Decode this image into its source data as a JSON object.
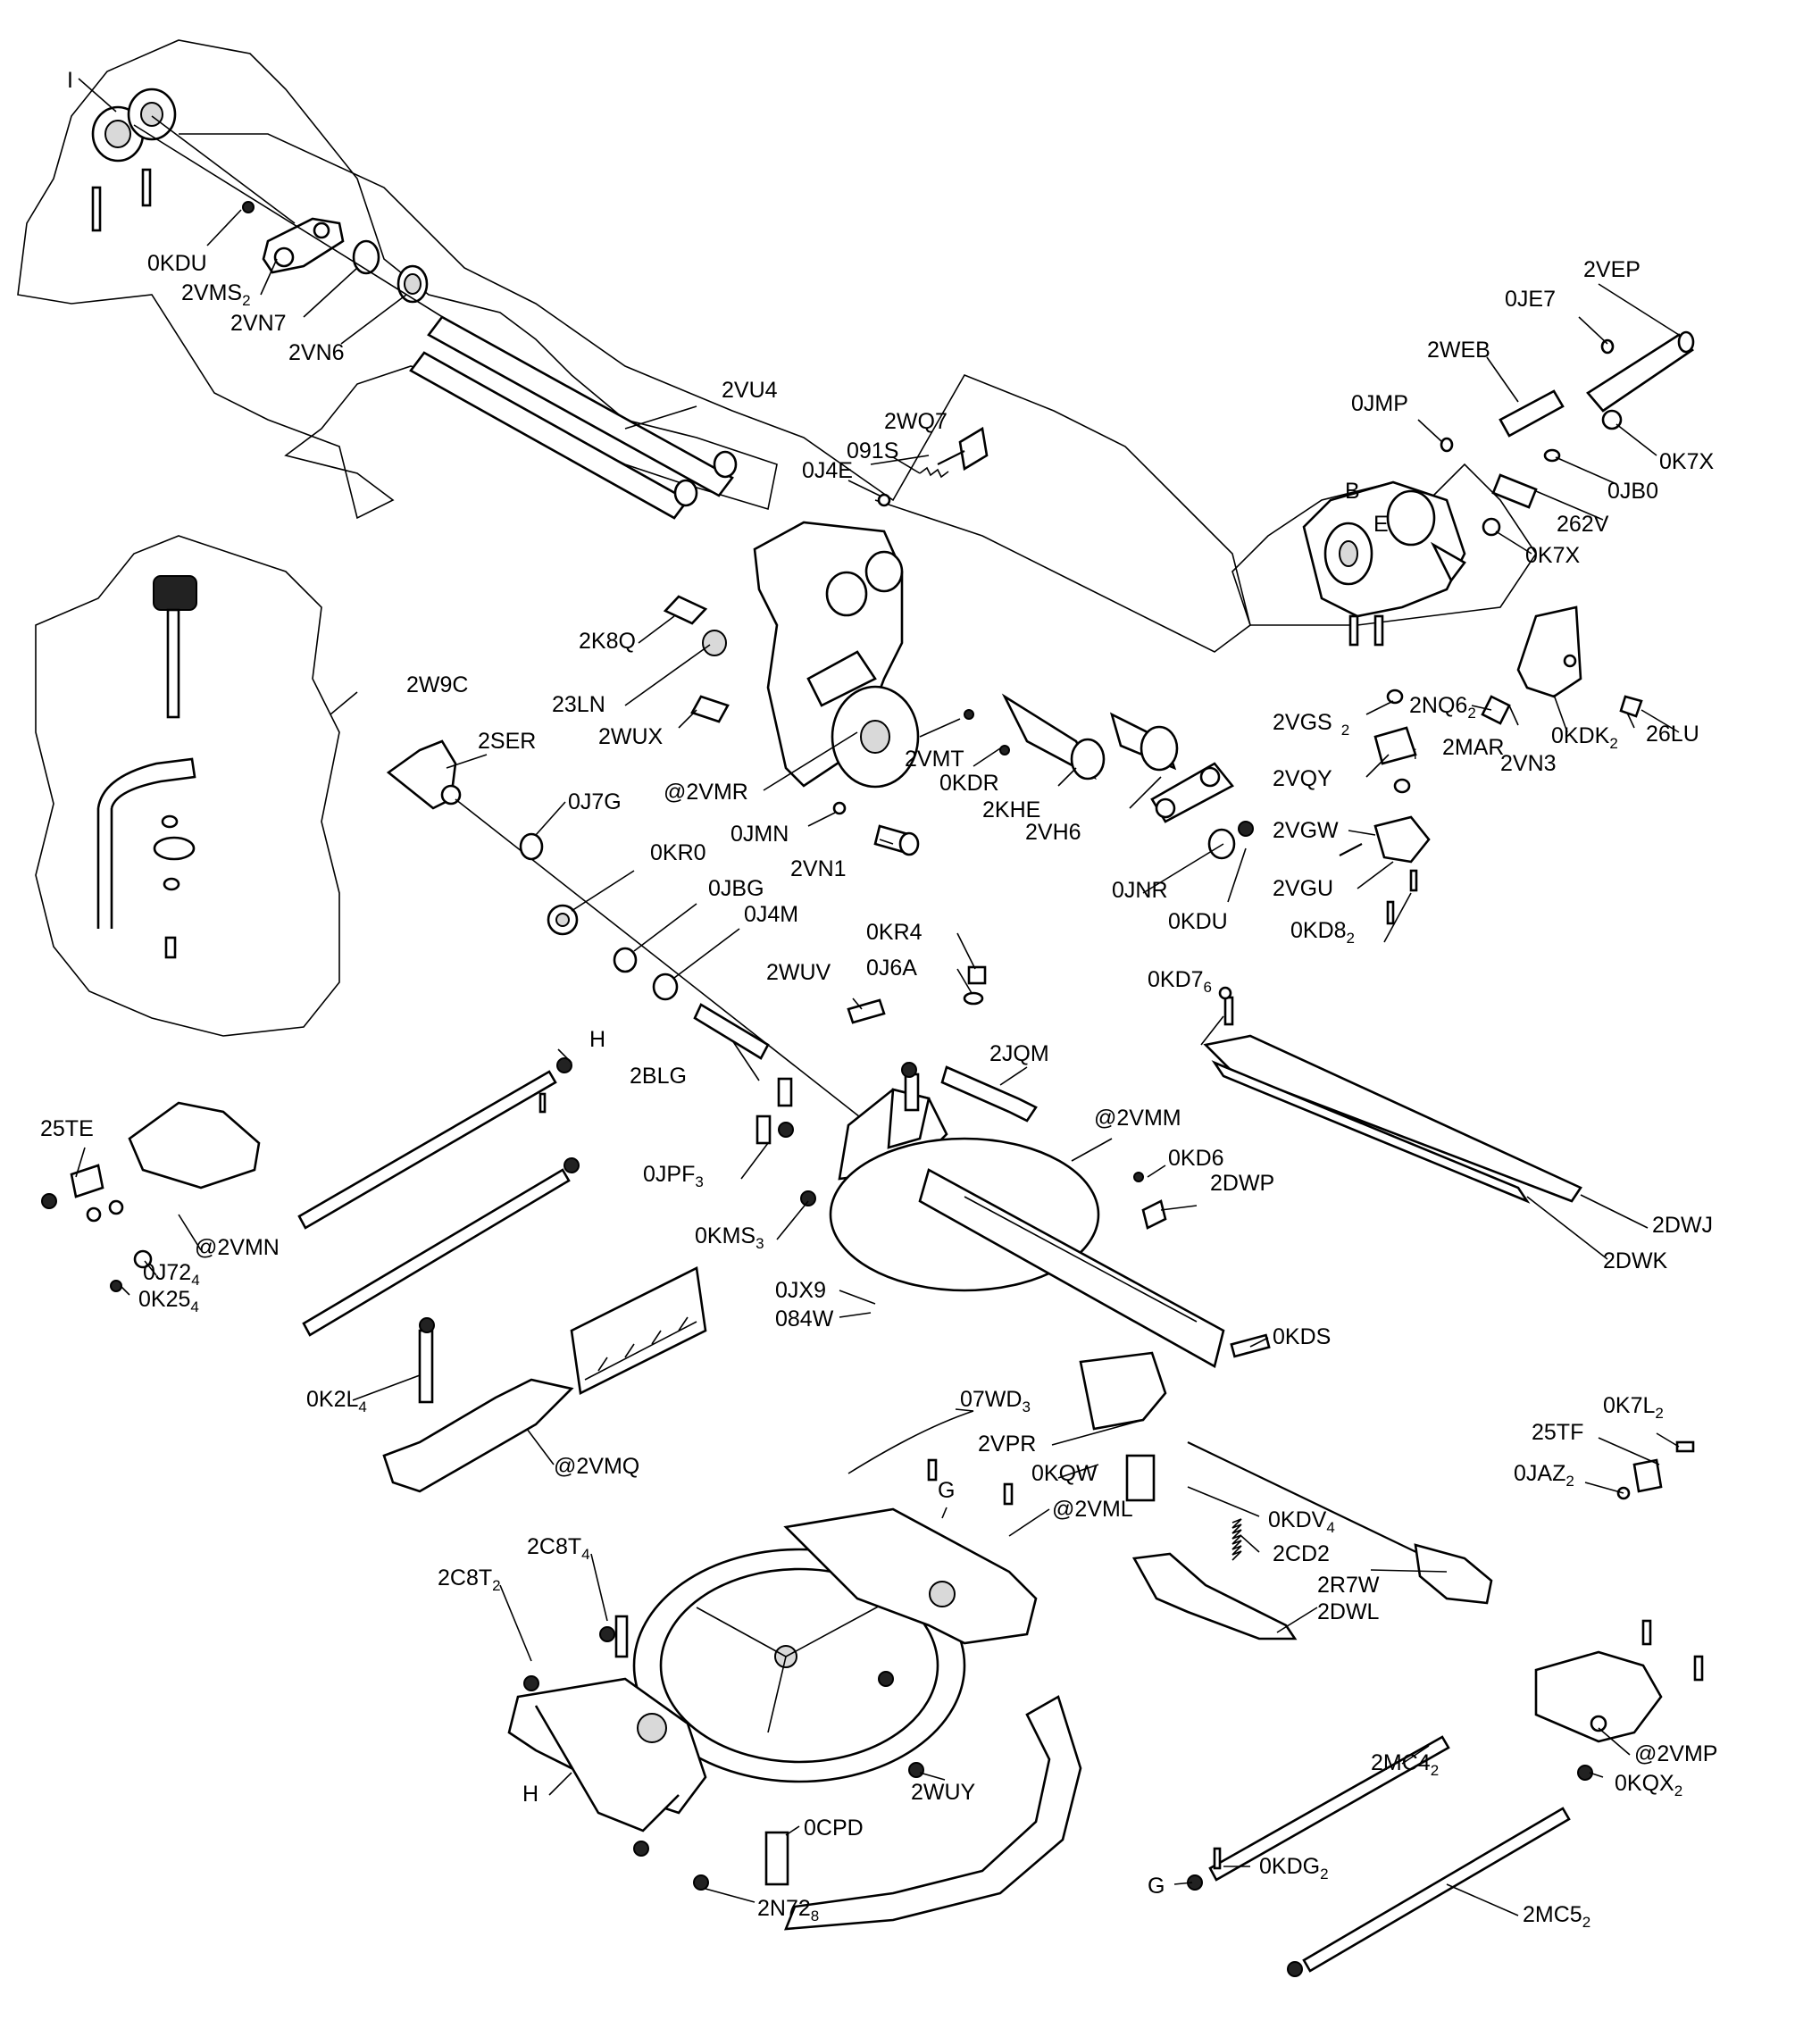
{
  "labels": {
    "i": "I",
    "kdu_top": "0KDU",
    "vms": "2VMS",
    "vms_sub": "2",
    "vn7": "2VN7",
    "vn6": "2VN6",
    "vu4": "2VU4",
    "wq7": "2WQ7",
    "s091": "091S",
    "j4e": "0J4E",
    "k8q": "2K8Q",
    "ln23": "23LN",
    "wux": "2WUX",
    "w9c": "2W9C",
    "ser": "2SER",
    "vmr": "@2VMR",
    "vmt": "2VMT",
    "kdr": "0KDR",
    "khe": "2KHE",
    "vh6": "2VH6",
    "jmn": "0JMN",
    "vn1": "2VN1",
    "j7g": "0J7G",
    "kr0": "0KR0",
    "jbg": "0JBG",
    "j4m": "0J4M",
    "jnr": "0JNR",
    "kdu_mid": "0KDU",
    "vep": "2VEP",
    "je7": "0JE7",
    "web": "2WEB",
    "jmp": "0JMP",
    "k7x_a": "0K7X",
    "jb0": "0JB0",
    "v262": "262V",
    "k7x_b": "0K7X",
    "b": "B",
    "e": "E",
    "vgs": "2VGS",
    "vgs_sub": "2",
    "nq6": "2NQ6",
    "nq6_sub": "2",
    "mar": "2MAR",
    "vn3": "2VN3",
    "kdk": "0KDK",
    "kdk_sub": "2",
    "lu26": "26LU",
    "vqy": "2VQY",
    "vqy_i": "i",
    "vgw": "2VGW",
    "vgu": "2VGU",
    "kd8": "0KD8",
    "kd8_sub": "2",
    "kr4": "0KR4",
    "j6a": "0J6A",
    "wuv": "2WUV",
    "jqm": "2JQM",
    "blg": "2BLG",
    "kd7": "0KD7",
    "kd7_sub": "6",
    "h_top": "H",
    "te25": "25TE",
    "vmm": "@2VMM",
    "kd6": "0KD6",
    "dwp": "2DWP",
    "jpf": "0JPF",
    "jpf_sub": "3",
    "dwj": "2DWJ",
    "dwk": "2DWK",
    "kms": "0KMS",
    "kms_sub": "3",
    "vmn": "@2VMN",
    "j72": "0J72",
    "j72_sub": "4",
    "k25": "0K25",
    "k25_sub": "4",
    "jx9": "0JX9",
    "w084": "084W",
    "kds": "0KDS",
    "k2l": "0K2L",
    "k2l_sub": "4",
    "wd07": "07WD",
    "wd07_sub": "3",
    "vpr": "2VPR",
    "kqw": "0KQW",
    "te25f": "25TF",
    "k7l": "0K7L",
    "k7l_sub": "2",
    "jaz": "0JAZ",
    "jaz_sub": "2",
    "vmq": "@2VMQ",
    "g_mid": "G",
    "vml": "@2VML",
    "kdv": "0KDV",
    "kdv_sub": "4",
    "cd2": "2CD2",
    "r7w": "2R7W",
    "dwl": "2DWL",
    "c8t4": "2C8T",
    "c8t4_sub": "4",
    "c8t2": "2C8T",
    "c8t2_sub": "2",
    "h_bot": "H",
    "wuy": "2WUY",
    "cpd": "0CPD",
    "n72": "2N72",
    "n72_sub": "8",
    "vmp": "@2VMP",
    "kqx": "0KQX",
    "kqx_sub": "2",
    "mc4": "2MC4",
    "mc4_sub": "2",
    "kdg": "0KDG",
    "kdg_sub": "2",
    "mc5": "2MC5",
    "mc5_sub": "2",
    "g_bot": "G"
  }
}
